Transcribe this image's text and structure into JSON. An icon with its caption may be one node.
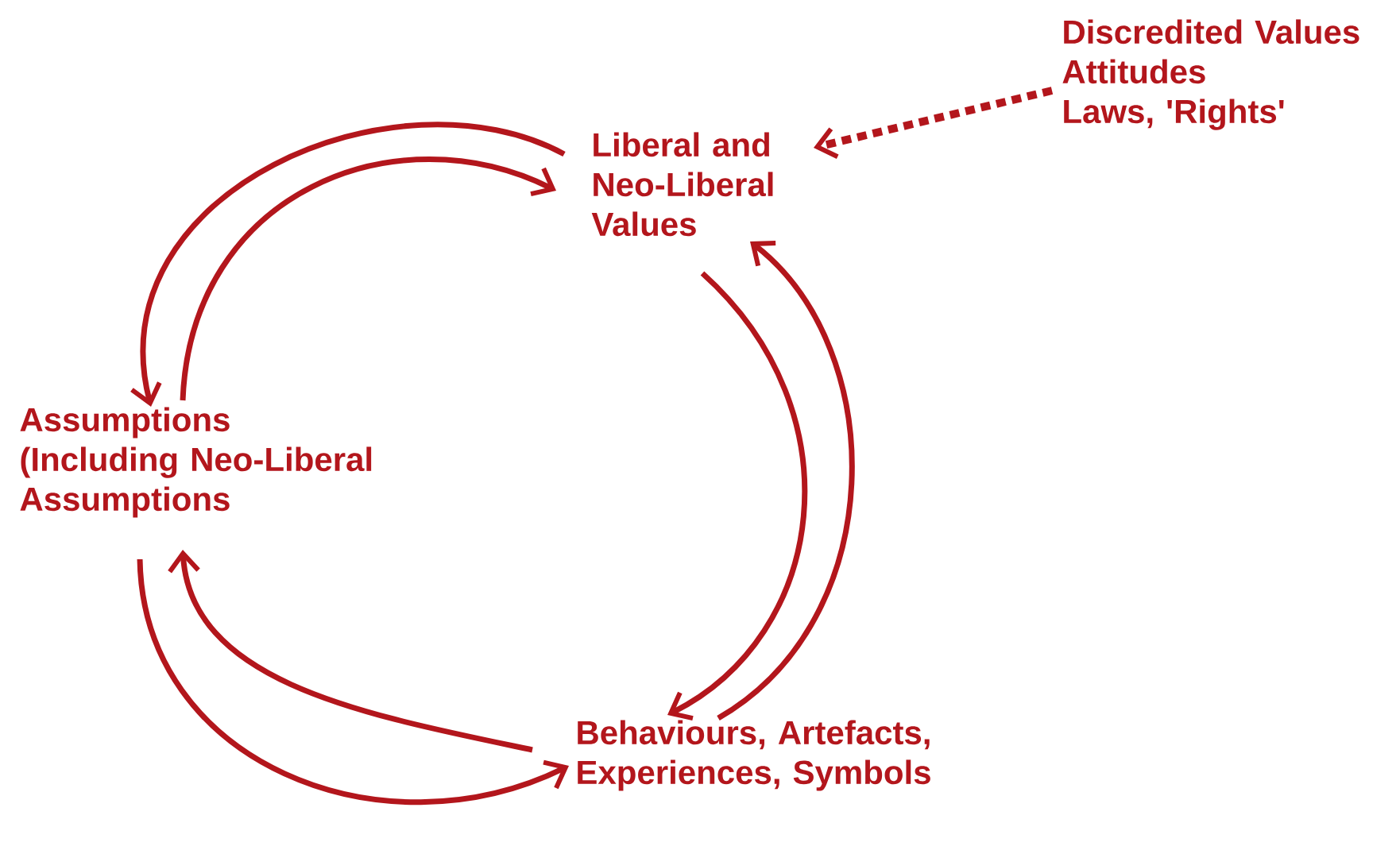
{
  "diagram": {
    "nodes": [
      {
        "text": [
          "Liberal and Neo-Liberal Values"
        ]
      },
      {
        "text": [
          "Discredited Values",
          "Attitudes",
          "Laws, 'Rights'"
        ]
      },
      {
        "text": [
          "Assumptions (Including Neo-Liberal Assumptions"
        ]
      },
      {
        "text": [
          "Behaviours, Artefacts, Experiences, Symbols"
        ]
      }
    ],
    "edges": [
      {
        "from": 1,
        "to": 0,
        "arrow": "to",
        "style": "dashed"
      },
      {
        "from": 0,
        "to": 2,
        "arrow": "to"
      },
      {
        "from": 2,
        "to": 0,
        "arrow": "to"
      },
      {
        "from": 0,
        "to": 3,
        "arrow": "to"
      },
      {
        "from": 3,
        "to": 0,
        "arrow": "to"
      },
      {
        "from": 3,
        "to": 2,
        "arrow": "to"
      },
      {
        "from": 2,
        "to": 3,
        "arrow": "to"
      }
    ]
  }
}
